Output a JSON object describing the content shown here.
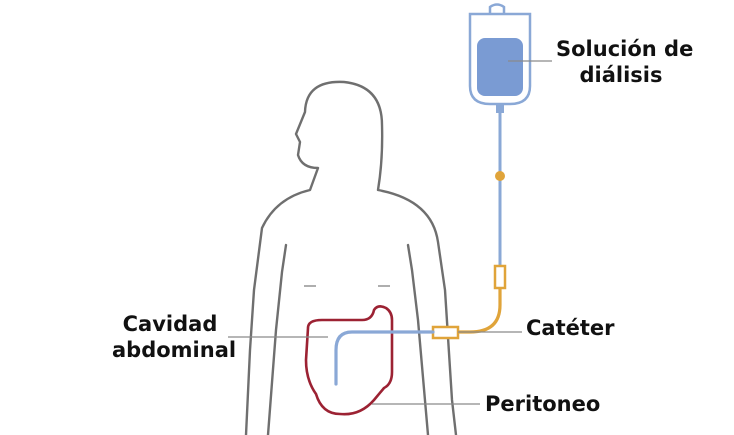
{
  "labels": {
    "solution_line1": "Solución de",
    "solution_line2": "diálisis",
    "cavity_line1": "Cavidad",
    "cavity_line2": "abdominal",
    "catheter": "Catéter",
    "peritoneum": "Peritoneo"
  },
  "colors": {
    "body_outline": "#6f6f6f",
    "fluid_tube": "#8aa8d6",
    "fluid_fill": "#7a9bd3",
    "catheter": "#e0a43a",
    "peritoneum": "#9c2233",
    "leader_line": "#8a8a8a"
  }
}
